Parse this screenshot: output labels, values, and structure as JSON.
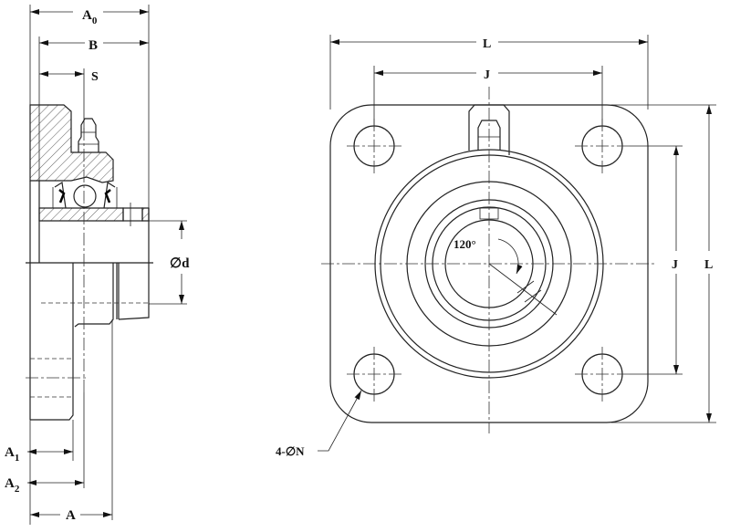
{
  "drawing": {
    "title": "Square flange bearing unit dimension drawing",
    "side_view_labels": {
      "A0_main": "A",
      "A0_sub": "0",
      "B": "B",
      "S": "S",
      "d": "∅d",
      "A1_main": "A",
      "A1_sub": "1",
      "A2_main": "A",
      "A2_sub": "2",
      "A": "A"
    },
    "front_view_labels": {
      "L_top": "L",
      "J_top": "J",
      "J_right": "J",
      "L_right": "L",
      "angle": "120°",
      "holes": "4-∅N"
    }
  }
}
